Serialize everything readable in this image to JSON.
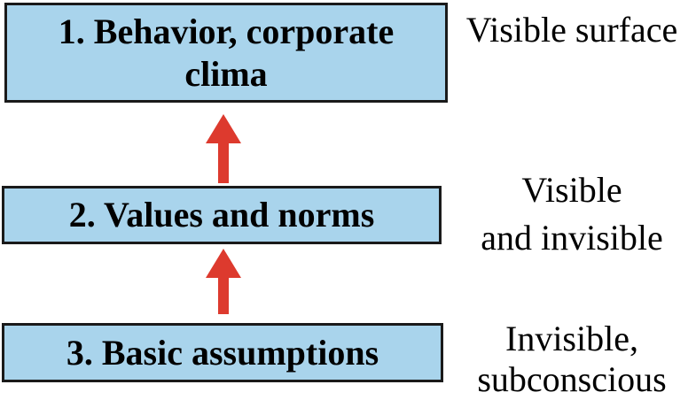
{
  "diagram": {
    "boxes": [
      {
        "label": "1. Behavior, corporate\nclima"
      },
      {
        "label": "2. Values and norms"
      },
      {
        "label": "3. Basic assumptions"
      }
    ],
    "side_labels": [
      {
        "text": "Visible surface"
      },
      {
        "text": "Visible\nand invisible"
      },
      {
        "text": "Invisible,\nsubconscious"
      }
    ]
  },
  "theme": {
    "background": "#FFFFFF",
    "box_fill": "#A9D4EC",
    "box_border": "#1A1A1A",
    "arrow_color": "#DD3A2E",
    "text_color": "#000000"
  }
}
